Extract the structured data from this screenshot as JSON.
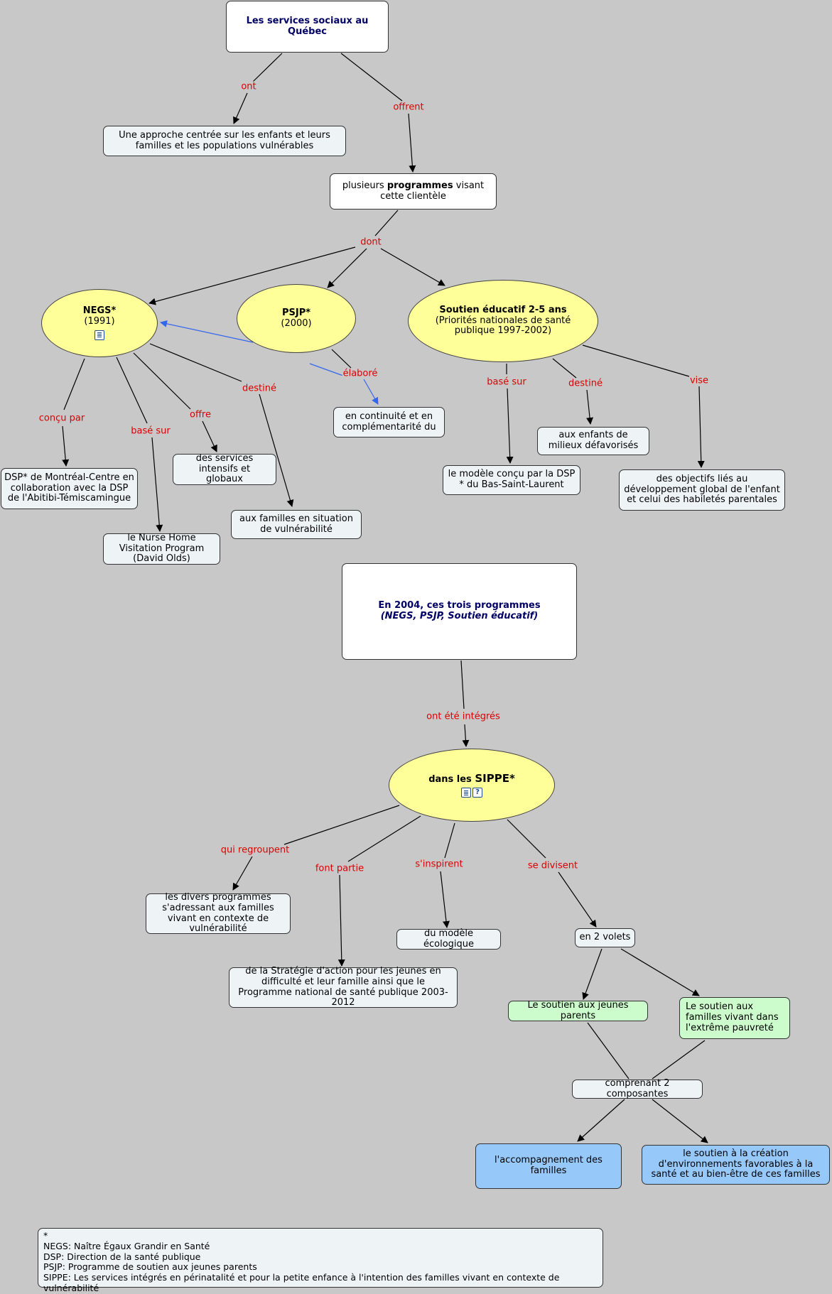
{
  "nodes": {
    "root": "Les services sociaux au Québec",
    "approche": "Une approche centrée sur les enfants et leurs familles et les populations vulnérables",
    "programmes_pre": "plusieurs ",
    "programmes_bold": "programmes",
    "programmes_post": " visant cette clientèle",
    "negs_title": "NEGS*",
    "negs_year": "(1991)",
    "psjp_title": "PSJP*",
    "psjp_year": "(2000)",
    "soutien_title": "Soutien éducatif 2-5 ans",
    "soutien_sub": "(Priorités nationales de santé publique 1997-2002)",
    "continuite": "en continuité et en complémentarité du",
    "dsp_montreal": "DSP* de Montréal-Centre en collaboration avec la DSP de l'Abitibi-Témiscamingue",
    "services_intensifs": "des services intensifs et globaux",
    "familles_vuln": "aux familles en situation de vulnérabilité",
    "nurse_home": "le Nurse Home Visitation Program (David Olds)",
    "modele_dsp": "le modèle conçu par la DSP * du Bas-Saint-Laurent",
    "enfants_milieux": "aux enfants de milieux défavorisés",
    "objectifs": "des objectifs liés au développement global de l'enfant et celui des habiletés parentales",
    "en2004_line1": "En 2004, ces trois programmes",
    "en2004_line2": "(NEGS, PSJP, Soutien éducatif)",
    "sippe_pre": "dans les ",
    "sippe_big": "SIPPE*",
    "divers_programmes": "les divers programmes s'adressant aux familles vivant en contexte de vulnérabilité",
    "strategie": "de la Stratégie d'action pour les jeunes en difficulté et leur famille ainsi que le Programme national de santé publique 2003-2012",
    "modele_ecologique": "du modèle écologique",
    "deux_volets": "en 2 volets",
    "soutien_jeunes_parents": "Le soutien aux jeunes parents",
    "soutien_pauvrete": "Le soutien aux familles vivant dans l'extrême pauvreté",
    "deux_composantes": "comprenant 2 composantes",
    "accompagnement": "l'accompagnement des familles",
    "environnements": "le soutien à la création d'environnements favorables à la santé et au bien-être de ces familles"
  },
  "links": {
    "ont": "ont",
    "offrent": "offrent",
    "dont": "dont",
    "elabore": "élaboré",
    "concu_par": "conçu par",
    "base_sur_negs": "basé sur",
    "offre": "offre",
    "destine_negs": "destiné",
    "base_sur_soutien": "basé sur",
    "destine_soutien": "destiné",
    "vise": "vise",
    "ont_ete_integres": "ont été intégrés",
    "qui_regroupent": "qui regroupent",
    "font_partie": "font partie",
    "sinspirent": "s'inspirent",
    "se_divisent": "se divisent"
  },
  "legend": [
    "*",
    "NEGS: Naître Égaux Grandir en Santé",
    "DSP: Direction de la santé publique",
    "PSJP: Programme de soutien aux jeunes parents",
    "SIPPE: Les services intégrés en périnatalité et pour la petite enfance à l'intention des familles vivant en contexte de vulnérabilité"
  ],
  "icons": {
    "negs": [
      "document-icon"
    ],
    "sippe": [
      "document-icon",
      "help-icon"
    ]
  },
  "colors": {
    "background": "#c8c8c8",
    "node_default": "#eef4f6",
    "ellipse": "#ffff99",
    "green_node": "#ccfccc",
    "blue_node": "#96c8fa",
    "link_label": "#dd0000",
    "title_text": "#000066",
    "highlight_arrow": "#3366ee"
  }
}
